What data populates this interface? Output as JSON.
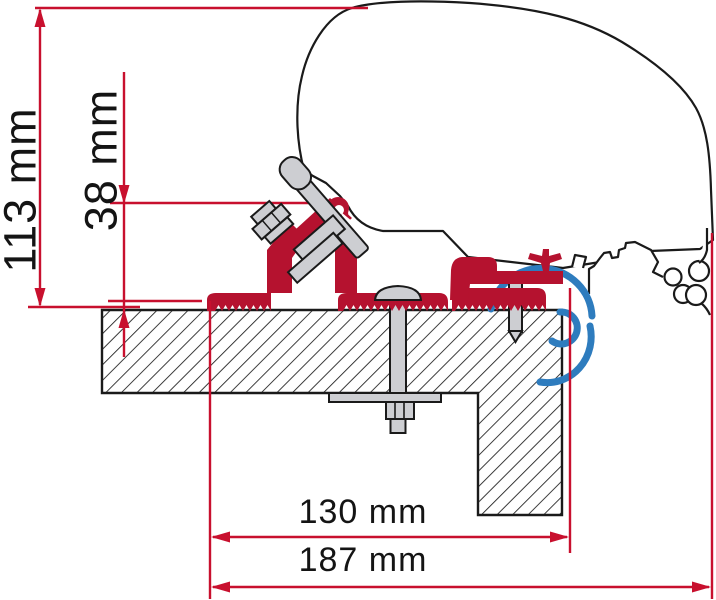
{
  "diagram": {
    "labels": {
      "total_height": "113 mm",
      "bracket_height": "38 mm",
      "bracket_width": "130 mm",
      "total_width": "187 mm"
    },
    "measurements": [
      {
        "name": "total-height-above-roof",
        "value": 113,
        "unit": "mm",
        "orientation": "vertical"
      },
      {
        "name": "adapter-mounting-height",
        "value": 38,
        "unit": "mm",
        "orientation": "vertical"
      },
      {
        "name": "adapter-footprint-width",
        "value": 130,
        "unit": "mm",
        "orientation": "horizontal"
      },
      {
        "name": "overall-mounting-width",
        "value": 187,
        "unit": "mm",
        "orientation": "horizontal"
      }
    ],
    "colors": {
      "dimension_red": "#c8102e",
      "profile_red": "#b5122f",
      "rail_blue": "#2e7cbe",
      "hardware_gray": "#cdced2",
      "outline_black": "#1a1a1a",
      "background": "#ffffff"
    }
  }
}
